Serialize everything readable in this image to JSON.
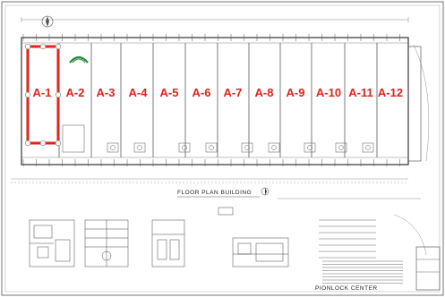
{
  "plan": {
    "floor_plan_title": "FLOOR PLAN BUILDING",
    "project_title": "PIONLOCK CENTER",
    "units": [
      "A-1",
      "A-2",
      "A-3",
      "A-4",
      "A-5",
      "A-6",
      "A-7",
      "A-8",
      "A-9",
      "A-10",
      "A-11",
      "A-12"
    ],
    "selected_unit": "A-1",
    "highlight_color": "#e2231a",
    "icons": {
      "compass": "compass-icon",
      "arch": "arch-logo-icon",
      "north": "north-arrow-icon"
    }
  }
}
